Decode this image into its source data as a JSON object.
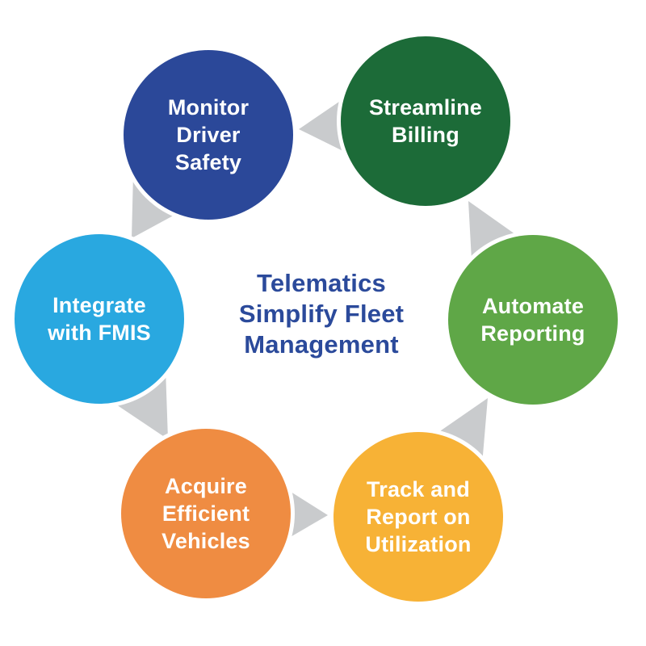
{
  "title": {
    "text": "Telematics\nSimplify Fleet\nManagement",
    "color": "#2B4A9B"
  },
  "steps": [
    {
      "label": "Streamline\nBilling",
      "color": "#1C6B38"
    },
    {
      "label": "Monitor\nDriver\nSafety",
      "color": "#2B4899"
    },
    {
      "label": "Integrate\nwith FMIS",
      "color": "#29A8E0"
    },
    {
      "label": "Acquire\nEfficient\nVehicles",
      "color": "#EF8C42"
    },
    {
      "label": "Track and\nReport on\nUtilization",
      "color": "#F7B236"
    },
    {
      "label": "Automate\nReporting",
      "color": "#5FA747"
    }
  ],
  "flow": {
    "direction": "counterclockwise",
    "arrow_color": "#C9CBCD"
  }
}
